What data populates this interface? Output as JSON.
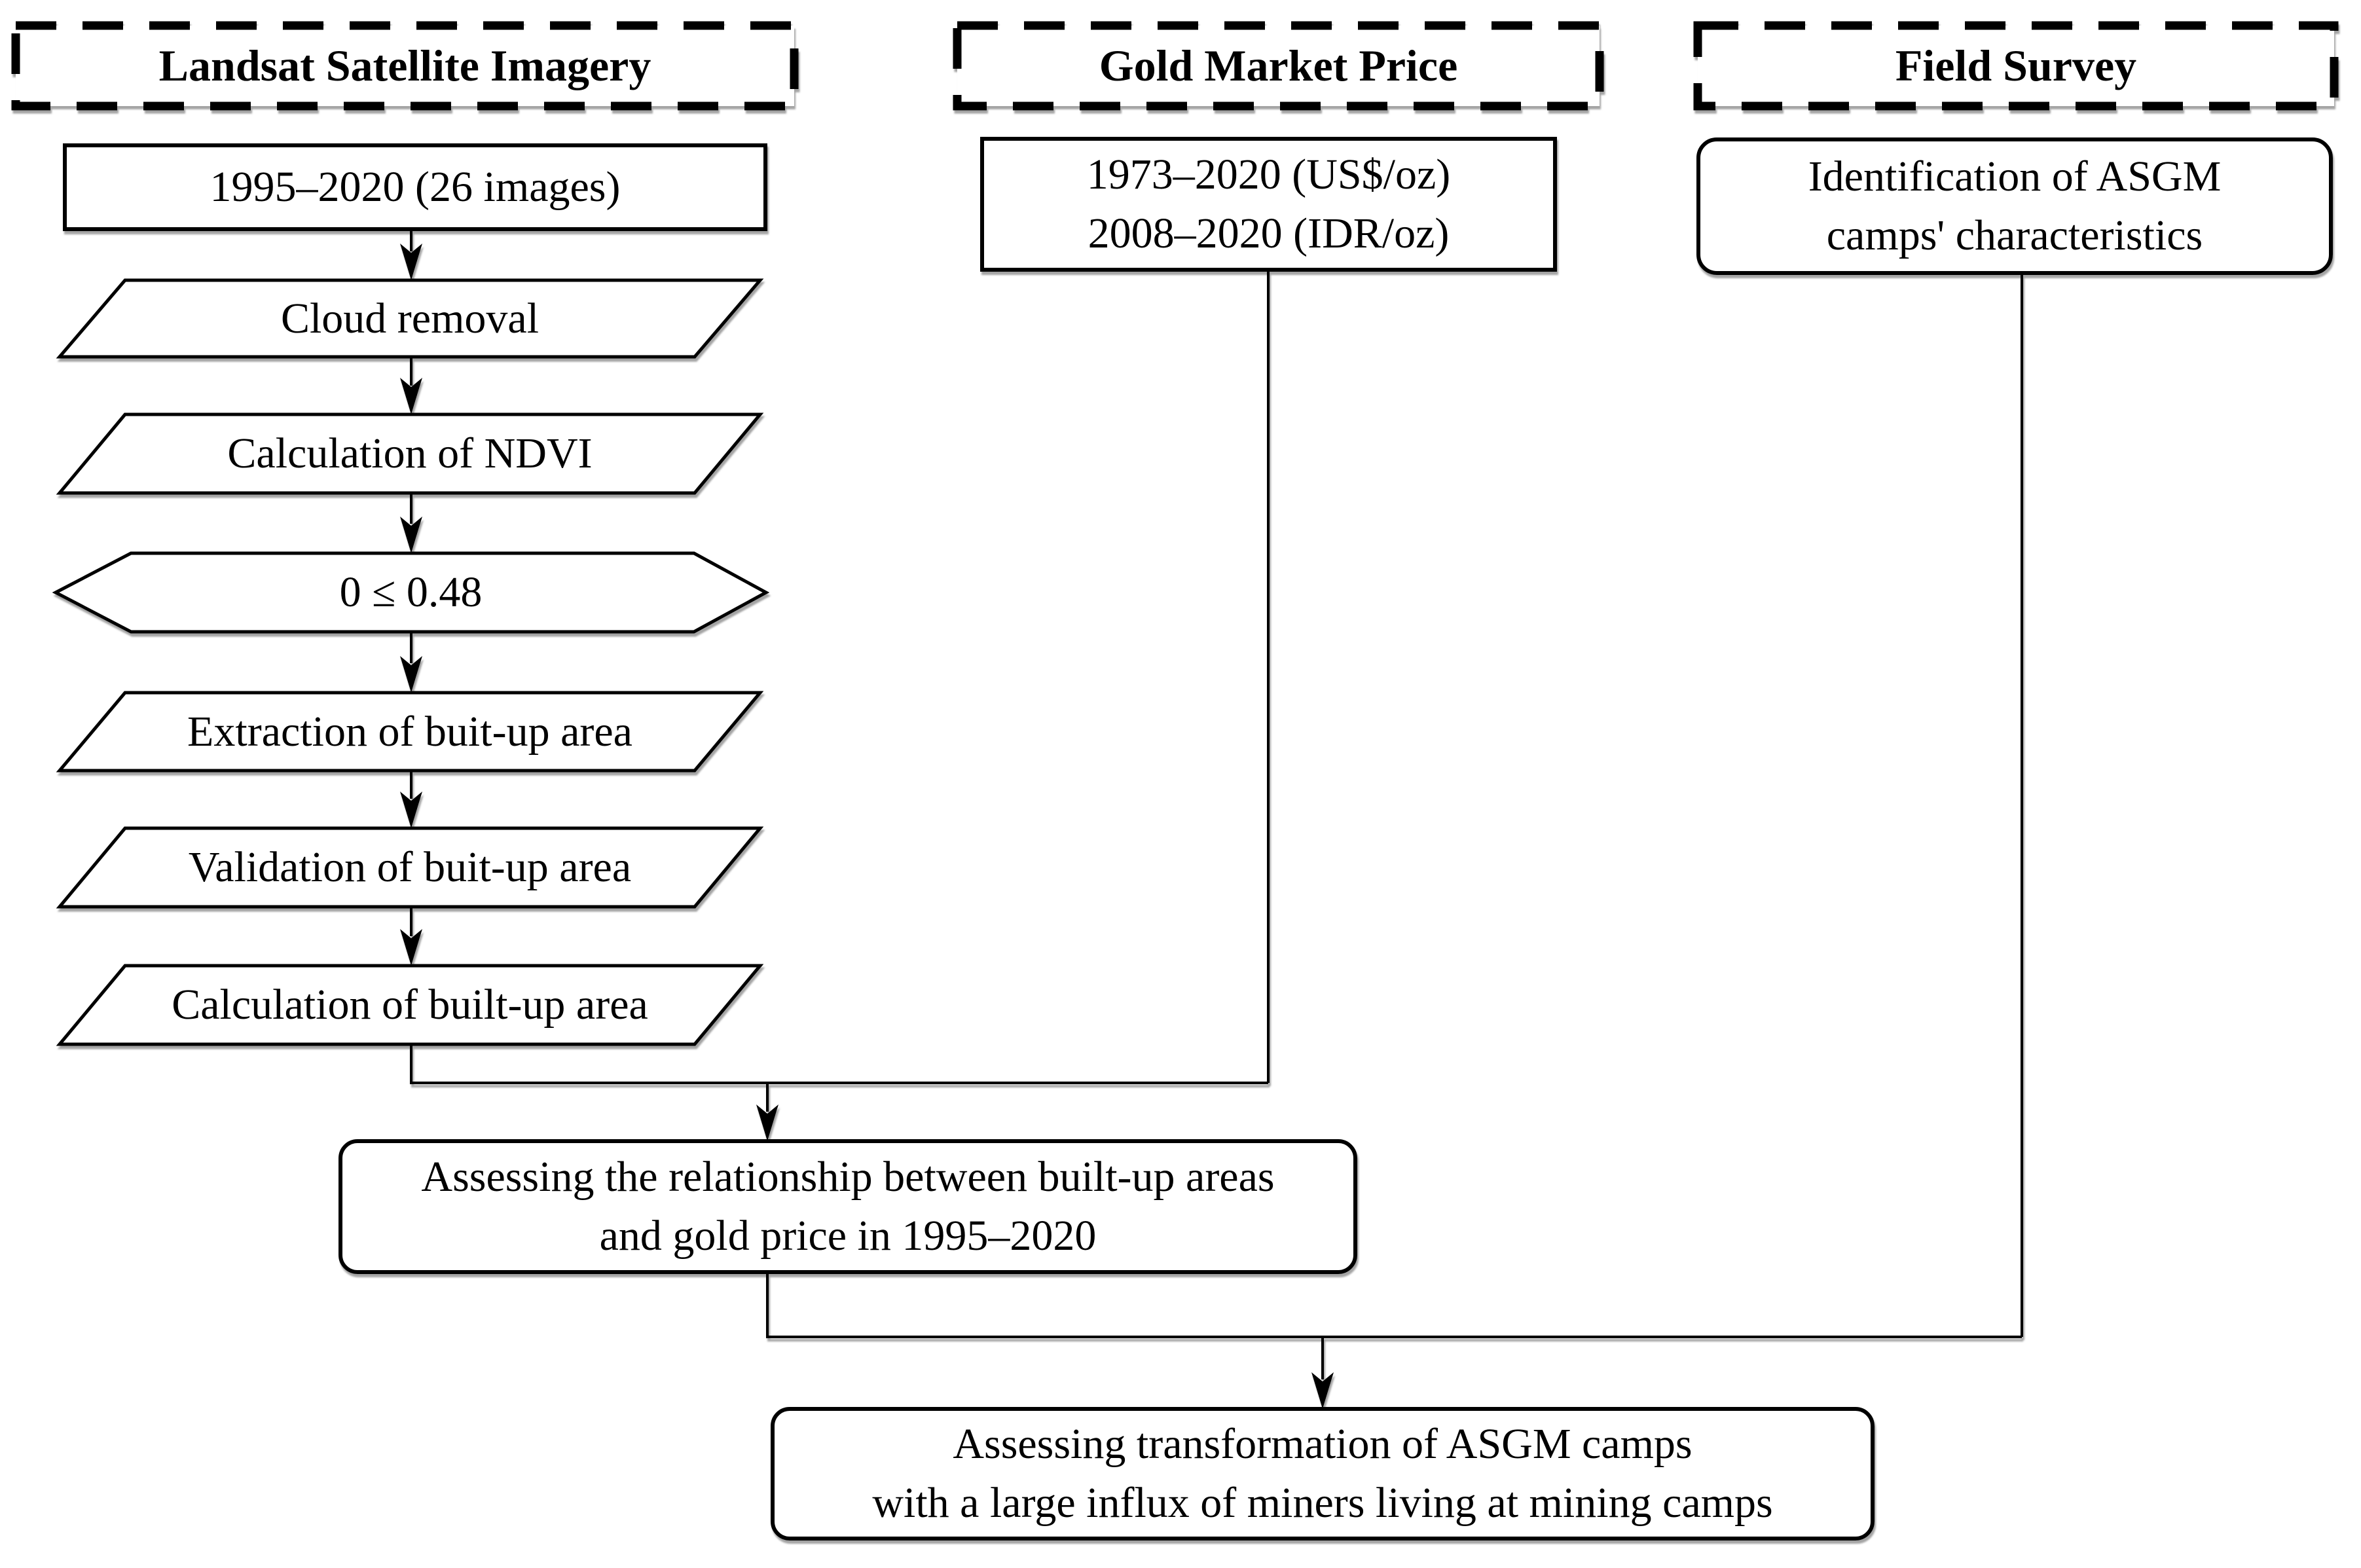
{
  "diagram": {
    "columns": {
      "landsat": {
        "header": "Landsat Satellite Imagery",
        "dataset": "1995–2020 (26 images)",
        "steps": {
          "cloud_removal": "Cloud removal",
          "ndvi": "Calculation of NDVI",
          "threshold": "0 ≤ 0.48",
          "extraction": "Extraction of buit-up area",
          "validation": "Validation of buit-up area",
          "calculation": "Calculation of built-up area"
        }
      },
      "gold": {
        "header": "Gold Market Price",
        "range_usd": "1973–2020 (US$/oz)",
        "range_idr": "2008–2020 (IDR/oz)"
      },
      "field": {
        "header": "Field Survey",
        "desc_line1": "Identification of ASGM",
        "desc_line2": "camps' characteristics"
      }
    },
    "outputs": {
      "relationship": {
        "line1": "Assessing the relationship between built-up areas",
        "line2": "and gold price in 1995–2020"
      },
      "transformation": {
        "line1": "Assessing transformation of ASGM camps",
        "line2": "with a large influx of miners living at mining camps"
      }
    },
    "colors": {
      "line": "#000000",
      "fill": "#ffffff"
    }
  }
}
